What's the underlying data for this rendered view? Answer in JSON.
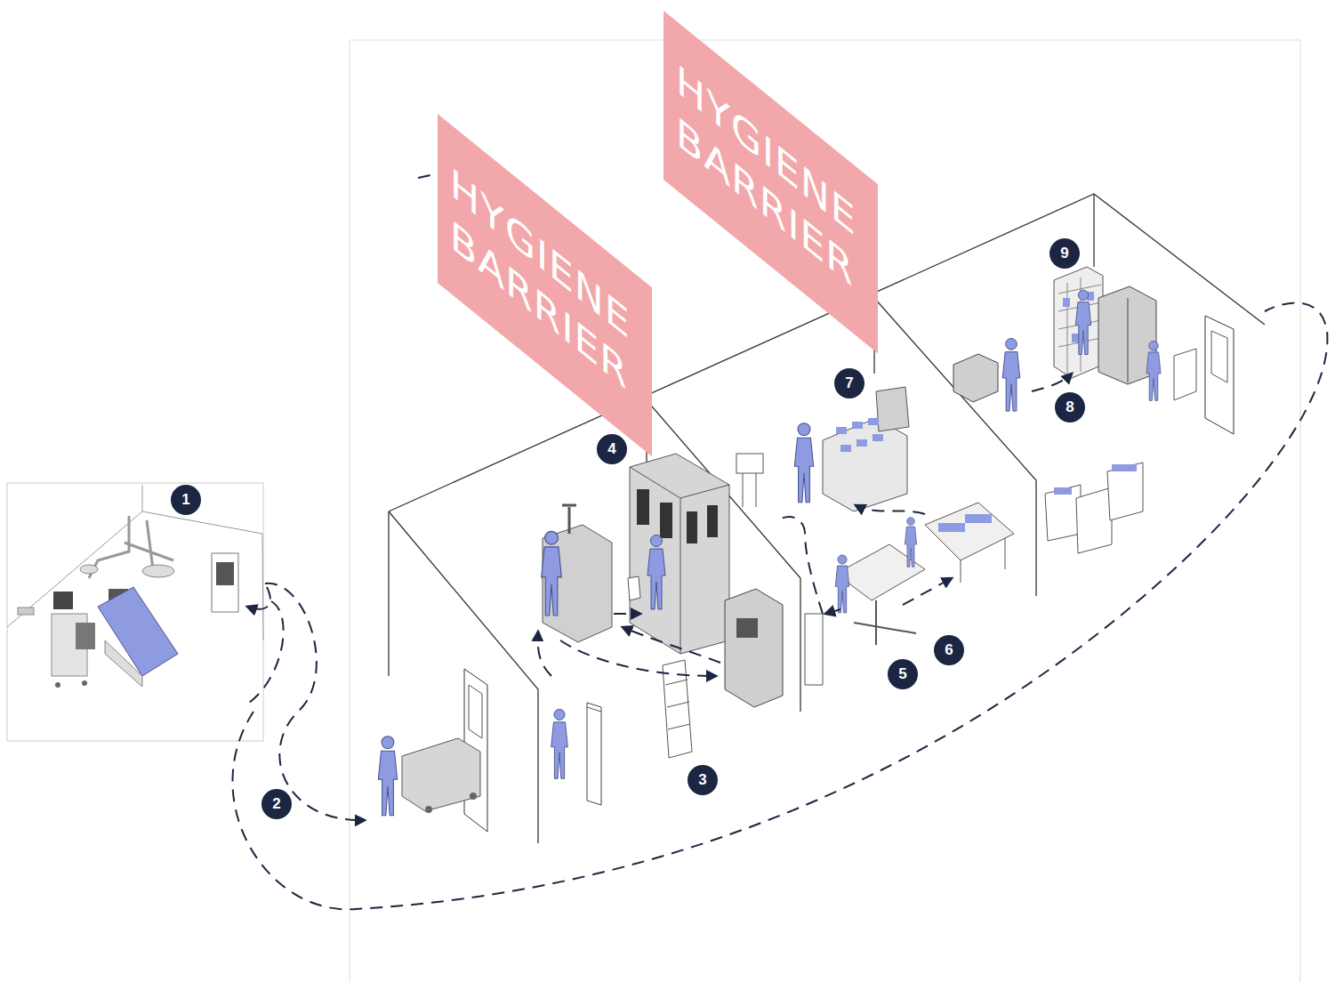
{
  "diagram": {
    "nodes": [
      {
        "text": [
          "HYGIENE BARRIER"
        ]
      },
      {
        "text": [
          "HYGIENE BARRIER"
        ]
      }
    ],
    "labels": [
      "1",
      "2",
      "3",
      "4",
      "5",
      "6",
      "7",
      "8",
      "9"
    ]
  }
}
